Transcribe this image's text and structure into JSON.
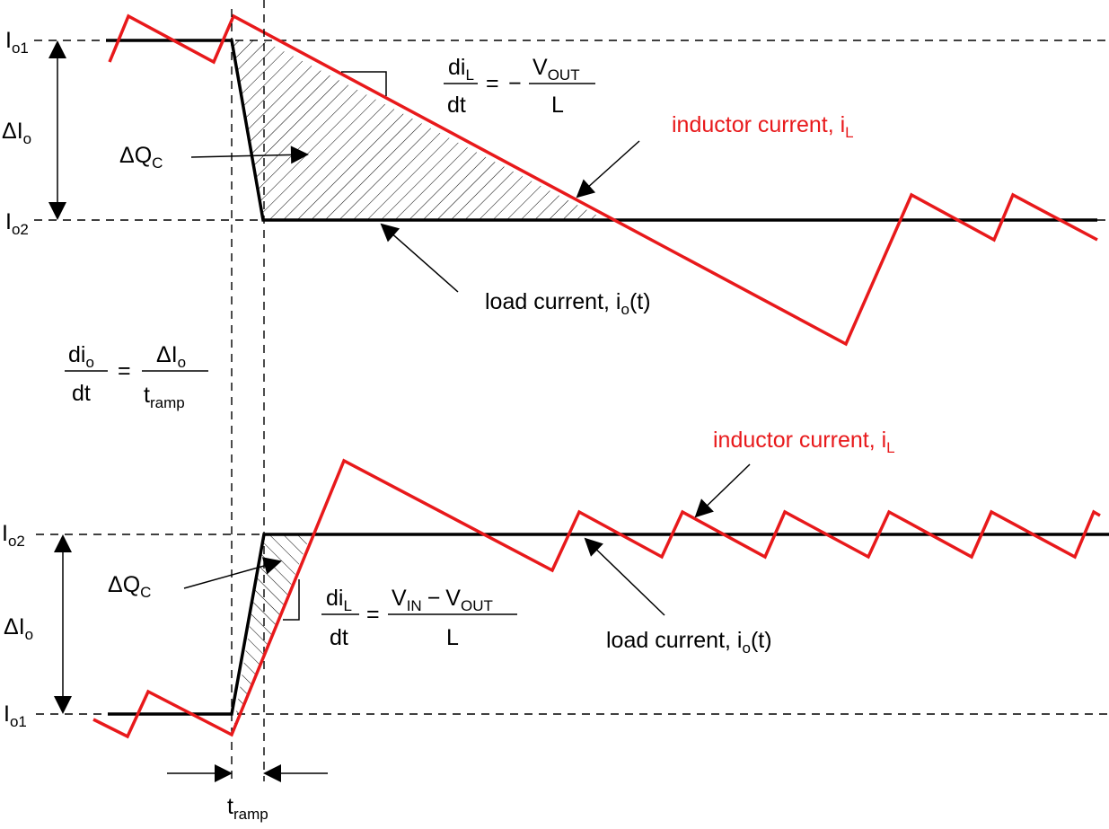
{
  "colors": {
    "inductor": "#e8191b",
    "load": "#000000",
    "background": "#ffffff"
  },
  "top": {
    "level_high": {
      "main": "I",
      "sub": "o1"
    },
    "level_low": {
      "main": "I",
      "sub": "o2"
    },
    "delta_io": {
      "main": "ΔI",
      "sub": "o"
    },
    "delta_qc": {
      "main": "ΔQ",
      "sub": "C"
    },
    "slope_eq": {
      "num_main": "di",
      "num_sub": "L",
      "den": "dt",
      "equals": "=",
      "minus": "−",
      "rhs_num_main": "V",
      "rhs_num_sub": "OUT",
      "rhs_den": "L"
    },
    "inductor_label": {
      "main": "inductor current, i",
      "sub": "L"
    },
    "load_label": {
      "main": "load current, i",
      "sub": "o",
      "tail": "(t)"
    }
  },
  "middle": {
    "ramp_eq": {
      "num_main": "di",
      "num_sub": "o",
      "den": "dt",
      "equals": "=",
      "rhs_num_main": "ΔI",
      "rhs_num_sub": "o",
      "rhs_den_main": "t",
      "rhs_den_sub": "ramp"
    }
  },
  "bottom": {
    "level_high": {
      "main": "I",
      "sub": "o2"
    },
    "level_low": {
      "main": "I",
      "sub": "o1"
    },
    "delta_io": {
      "main": "ΔI",
      "sub": "o"
    },
    "delta_qc": {
      "main": "ΔQ",
      "sub": "C"
    },
    "slope_eq": {
      "num_main": "di",
      "num_sub": "L",
      "den": "dt",
      "equals": "=",
      "rhs_num_a": "V",
      "rhs_num_a_sub": "IN",
      "rhs_minus": "−",
      "rhs_num_b": "V",
      "rhs_num_b_sub": "OUT",
      "rhs_den": "L"
    },
    "inductor_label": {
      "main": "inductor current, i",
      "sub": "L"
    },
    "load_label": {
      "main": "load current, i",
      "sub": "o",
      "tail": "(t)"
    },
    "tramp": {
      "main": "t",
      "sub": "ramp"
    }
  }
}
